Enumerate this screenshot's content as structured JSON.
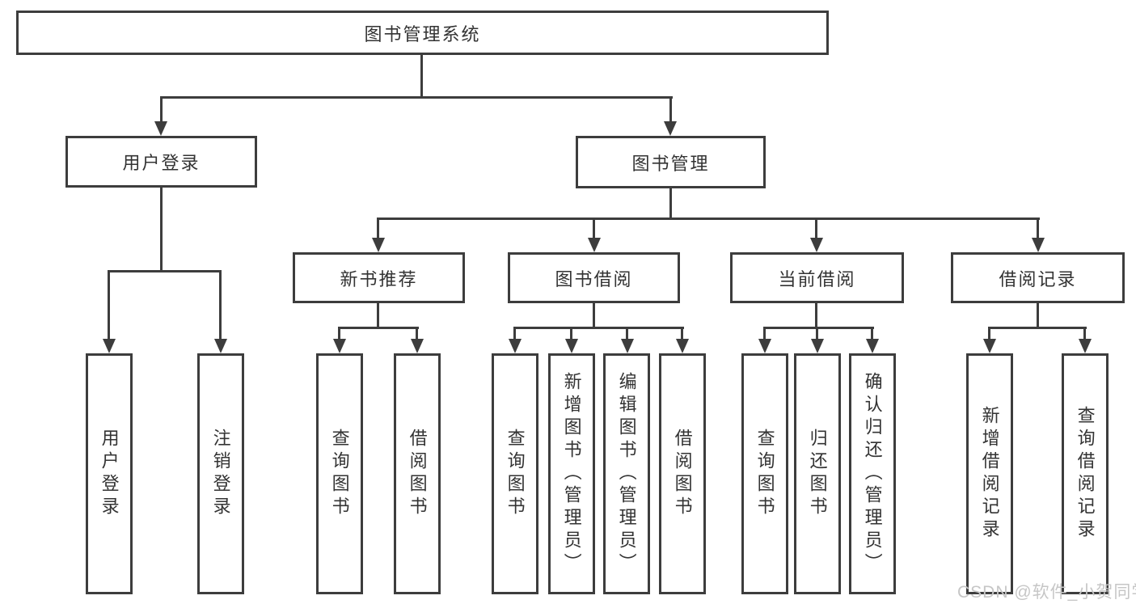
{
  "tree": {
    "root": {
      "label": "图书管理系统"
    },
    "user_login": {
      "label": "用户登录",
      "children": [
        "用户登录",
        "注销登录"
      ]
    },
    "book_mgmt": {
      "label": "图书管理"
    },
    "new_books": {
      "label": "新书推荐",
      "children": [
        "查询图书",
        "借阅图书"
      ]
    },
    "book_borrow": {
      "label": "图书借阅",
      "children": [
        "查询图书",
        "新增图书（管理员）",
        "编辑图书（管理员）",
        "借阅图书"
      ]
    },
    "current_borrow": {
      "label": "当前借阅",
      "children": [
        "查询图书",
        "归还图书",
        "确认归还（管理员）"
      ]
    },
    "borrow_records": {
      "label": "借阅记录",
      "children": [
        "新增借阅记录",
        "查询借阅记录"
      ]
    }
  },
  "watermark": {
    "text": "CSDN @软件_小贺同学"
  },
  "colors": {
    "line": "#3d3d3d",
    "text": "#333333",
    "watermark": "#c6c6c6",
    "background": "#ffffff"
  }
}
